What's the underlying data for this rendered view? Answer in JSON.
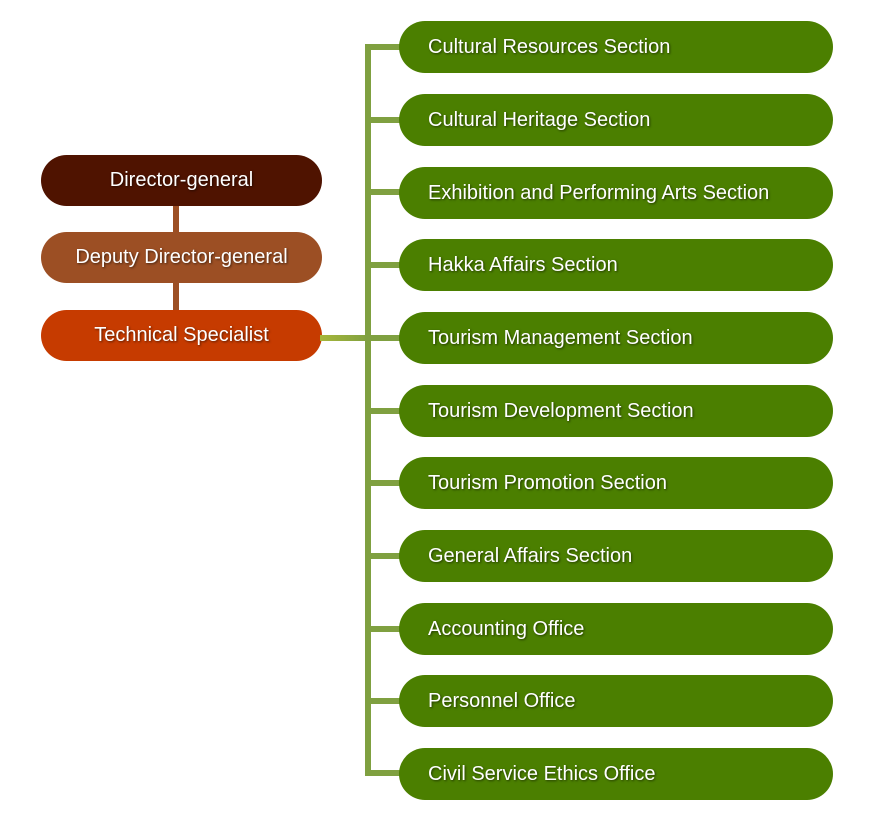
{
  "leadership": [
    {
      "label": "Director-general",
      "color": "#4f1300"
    },
    {
      "label": "Deputy Director-general",
      "color": "#9c4f24"
    },
    {
      "label": "Technical Specialist",
      "color": "#c63b00"
    }
  ],
  "units": [
    {
      "label": "Cultural Resources Section"
    },
    {
      "label": "Cultural Heritage Section"
    },
    {
      "label": "Exhibition and Performing Arts Section"
    },
    {
      "label": "Hakka Affairs Section"
    },
    {
      "label": "Tourism Management Section"
    },
    {
      "label": "Tourism Development Section"
    },
    {
      "label": "Tourism Promotion Section"
    },
    {
      "label": "General Affairs Section"
    },
    {
      "label": "Accounting Office"
    },
    {
      "label": "Personnel Office"
    },
    {
      "label": "Civil Service Ethics Office"
    }
  ],
  "colors": {
    "unit_fill": "#4b7f00",
    "connector_green": "#7fa040",
    "connector_brown": "#9c4f24"
  }
}
